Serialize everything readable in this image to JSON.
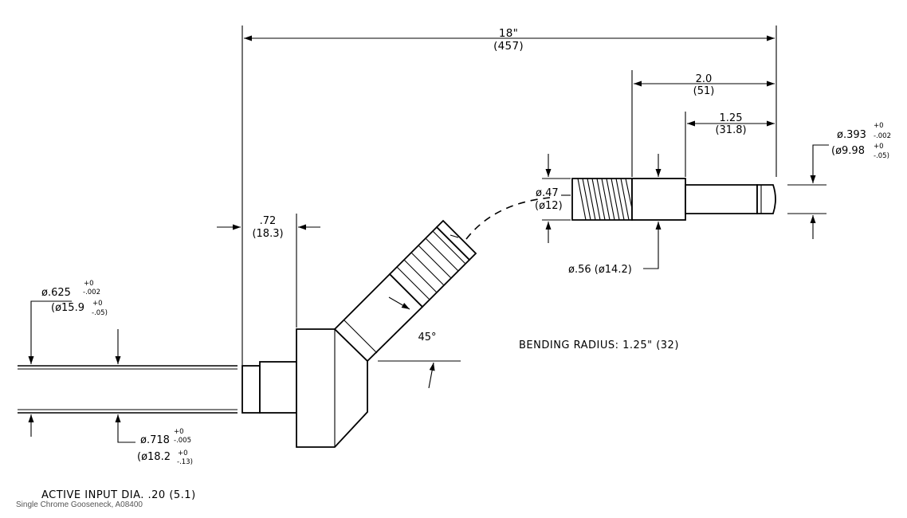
{
  "dimensions": {
    "overall_length": "18\"",
    "overall_length_mm": "(457)",
    "right_2in": "2.0",
    "right_2in_mm": "(51)",
    "right_125": "1.25",
    "right_125_mm": "(31.8)",
    "pin_dia": "ø.393",
    "pin_dia_tol_plus": "+0",
    "pin_dia_tol_minus": "-.002",
    "pin_dia_mm": "(ø9.98",
    "pin_dia_mm_tol_plus": "+0",
    "pin_dia_mm_tol_minus": "-.05)",
    "thread_dia": "ø.47",
    "thread_dia_mm": "(ø12)",
    "collar_dia": "ø.56 (ø14.2)",
    "offset": ".72",
    "offset_mm": "(18.3)",
    "tube_dia": "ø.625",
    "tube_dia_tol_plus": "+0",
    "tube_dia_tol_minus": "-.002",
    "tube_dia_mm": "(ø15.9",
    "tube_dia_mm_tol_plus": "+0",
    "tube_dia_mm_tol_minus": "-.05)",
    "angle": "45°",
    "bore_dia": "ø.718",
    "bore_dia_tol_plus": "+0",
    "bore_dia_tol_minus": "-.005",
    "bore_dia_mm": "(ø18.2",
    "bore_dia_mm_tol_plus": "+0",
    "bore_dia_mm_tol_minus": "-.13)"
  },
  "notes": {
    "bending_radius": "BENDING RADIUS:  1.25\" (32)",
    "active_input": "ACTIVE INPUT DIA.  .20 (5.1)"
  },
  "caption": "Single Chrome Gooseneck, A08400"
}
